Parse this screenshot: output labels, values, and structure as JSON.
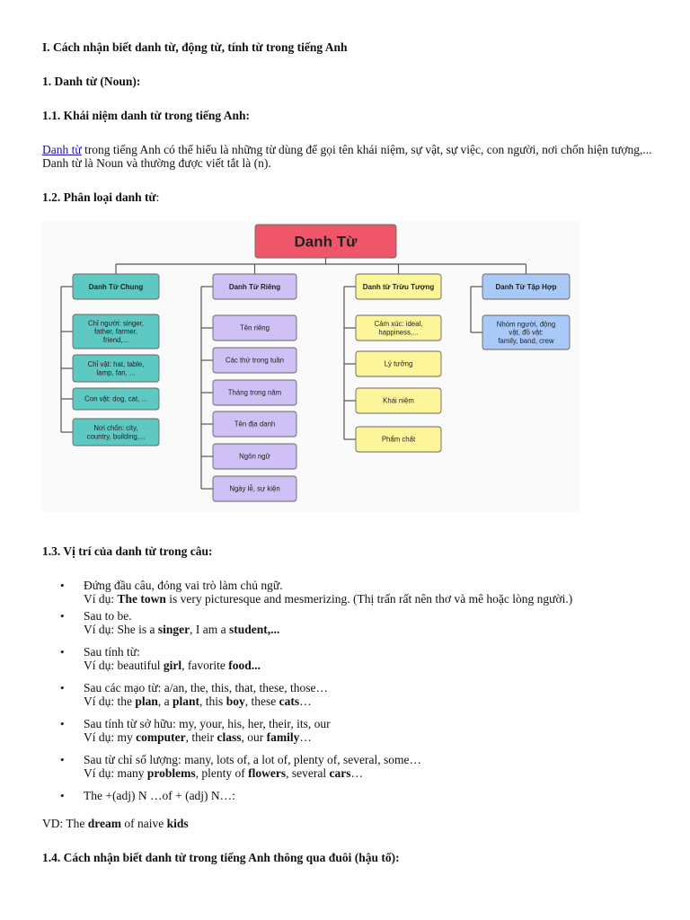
{
  "title": "I. Cách nhận biết danh từ, động từ, tính từ trong tiếng Anh",
  "section1": "1. Danh từ (Noun):",
  "section11": "1.1. Khái niệm danh từ trong tiếng Anh:",
  "definition": {
    "link": "Danh từ",
    "text": " trong tiếng Anh có thể hiểu là những từ dùng để gọi tên khái niệm, sự vật, sự việc, con người, nơi chốn hiện tượng,... Danh từ là Noun và thường được viết tắt là (n)."
  },
  "section12": "1.2. Phân loại danh từ",
  "section12_colon": ":",
  "diagram": {
    "root": "Danh Từ",
    "columns": [
      {
        "header": "Danh Từ Chung",
        "items": [
          "Chỉ người: singer, father, farmer, friend,...",
          "Chỉ vật: hat, table, lamp, fan, ...",
          "Con vật: dog, cat, ...",
          "Nơi chốn: city, country, building,..."
        ]
      },
      {
        "header": "Danh Từ Riêng",
        "items": [
          "Tên riêng",
          "Các thứ trong tuần",
          "Tháng trong năm",
          "Tên địa danh",
          "Ngôn ngữ",
          "Ngày lễ, sự kiện"
        ]
      },
      {
        "header": "Danh từ Trừu Tượng",
        "items": [
          "Cảm xúc: ideal, happiness,...",
          "Lý tưởng",
          "Khái niệm",
          "Phẩm chất"
        ]
      },
      {
        "header": "Danh Từ Tập Hợp",
        "items": [
          "Nhóm người, động vật, đồ vật: family, band, crew"
        ]
      }
    ],
    "colors": {
      "root_fill": "#f0566a",
      "col1_fill": "#5ec8c2",
      "col2_fill": "#cfc0f5",
      "col3_fill": "#fdf59a",
      "col4_fill": "#a9c9f7",
      "line": "#555555"
    }
  },
  "section13": "1.3. Vị trí của danh từ trong câu:",
  "bullets": [
    {
      "line1": "Đứng đầu câu, đóng vai trò làm chủ ngữ.",
      "ex_prefix": "Ví dụ: ",
      "ex_b1": "The town",
      "ex_mid": " is very picturesque and mesmerizing. (Thị trấn rất nên thơ và mê hoặc lòng người.)"
    },
    {
      "line1": "Sau to be.",
      "ex_prefix": "Ví dụ: She is a ",
      "ex_b1": "singer",
      "ex_mid": ", I am a ",
      "ex_b2": "student,..."
    },
    {
      "line1": "Sau tính từ:",
      "ex_prefix": "Ví dụ: beautiful ",
      "ex_b1": "girl",
      "ex_mid": ", favorite ",
      "ex_b2": "food..."
    },
    {
      "line1": "Sau các mạo từ: a/an, the, this, that, these, those…",
      "ex_prefix": "Ví dụ: the ",
      "ex_b1": "plan",
      "ex_mid": ", a ",
      "ex_b2": "plant",
      "ex_mid2": ", this ",
      "ex_b3": "boy",
      "ex_mid3": ", these ",
      "ex_b4": "cats",
      "ex_end": "…"
    },
    {
      "line1": "Sau tính từ sở hữu: my, your, his, her, their, its, our",
      "ex_prefix": "Ví dụ: my ",
      "ex_b1": "computer",
      "ex_mid": ", their ",
      "ex_b2": "class",
      "ex_mid2": ", our ",
      "ex_b3": "family",
      "ex_end": "…"
    },
    {
      "line1": "Sau từ chỉ số lượng: many, lots of, a lot of, plenty of, several, some…",
      "ex_prefix": "Ví dụ: many ",
      "ex_b1": "problems",
      "ex_mid": ", plenty of ",
      "ex_b2": "flowers",
      "ex_mid2": ", several ",
      "ex_b3": "cars",
      "ex_end": "…"
    },
    {
      "line1": "The +(adj) N …of + (adj) N…:"
    }
  ],
  "vd": {
    "prefix": "VD: The ",
    "b1": "dream",
    "mid": " of naive ",
    "b2": "kids"
  },
  "section14": "1.4. Cách nhận biết danh từ trong tiếng Anh thông qua đuôi (hậu tố):"
}
